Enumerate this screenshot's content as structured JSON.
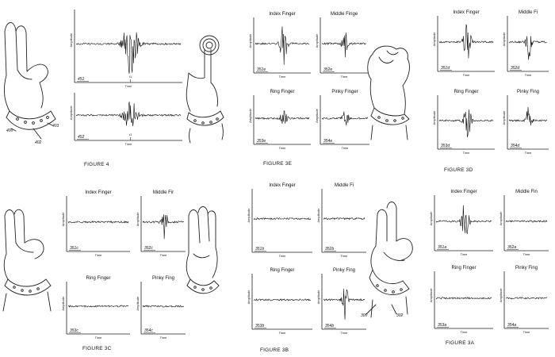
{
  "axes": {
    "y": "Amplitude",
    "x": "Time"
  },
  "fig4": {
    "caption": "FIGURE 4",
    "plots": [
      {
        "ref": "451",
        "tick": "t1",
        "burst": 1.0
      },
      {
        "ref": "452",
        "tick": "t1",
        "burst": 0.8
      }
    ],
    "hand_refs": [
      "400",
      "402",
      "403"
    ]
  },
  "fig3e": {
    "caption": "FIGURE 3E",
    "plots": [
      {
        "title": "Index Finger",
        "ref": "351e",
        "burst": 0.9
      },
      {
        "title": "Middle Finge",
        "ref": "352e",
        "burst": 0.6
      },
      {
        "title": "Ring Finger",
        "ref": "353e",
        "burst": 0.35
      },
      {
        "title": "Pinky Finger",
        "ref": "354e",
        "burst": 0.45
      }
    ]
  },
  "fig3d": {
    "caption": "FIGURE 3D",
    "plots": [
      {
        "title": "Index Finger",
        "ref": "351d",
        "burst": 0.9
      },
      {
        "title": "Middle Fi",
        "ref": "352d",
        "burst": 0.8
      },
      {
        "title": "Ring Finger",
        "ref": "353d",
        "burst": 0.75
      },
      {
        "title": "Pinky Fing",
        "ref": "354d",
        "burst": 0.7
      }
    ]
  },
  "fig3c": {
    "caption": "FIGURE 3C",
    "plots": [
      {
        "title": "Index Finger",
        "ref": "351c",
        "burst": 0.0
      },
      {
        "title": "Middle Fir",
        "ref": "352c",
        "burst": 0.8
      },
      {
        "title": "Ring Finger",
        "ref": "353c",
        "burst": 0.0
      },
      {
        "title": "Pinky Fing",
        "ref": "354c",
        "burst": 0.0
      }
    ]
  },
  "fig3b": {
    "caption": "FIGURE 3B",
    "plots": [
      {
        "title": "Index Finger",
        "ref": "351b",
        "burst": 0.0
      },
      {
        "title": "Middle Fi",
        "ref": "352b",
        "burst": 0.0
      },
      {
        "title": "Ring Finger",
        "ref": "353b",
        "burst": 0.0
      },
      {
        "title": "Pinky Fing",
        "ref": "354b",
        "burst": 0.85
      }
    ],
    "hand_refs": [
      "300",
      "302"
    ]
  },
  "fig3a": {
    "caption": "FIGURE 3A",
    "plots": [
      {
        "title": "Index Finger",
        "ref": "351a",
        "burst": 0.85
      },
      {
        "title": "Middle Fin",
        "ref": "352a",
        "burst": 0.0
      },
      {
        "title": "Ring Finger",
        "ref": "353a",
        "burst": 0.0
      },
      {
        "title": "Pinky Fing",
        "ref": "354a",
        "burst": 0.0
      }
    ]
  }
}
